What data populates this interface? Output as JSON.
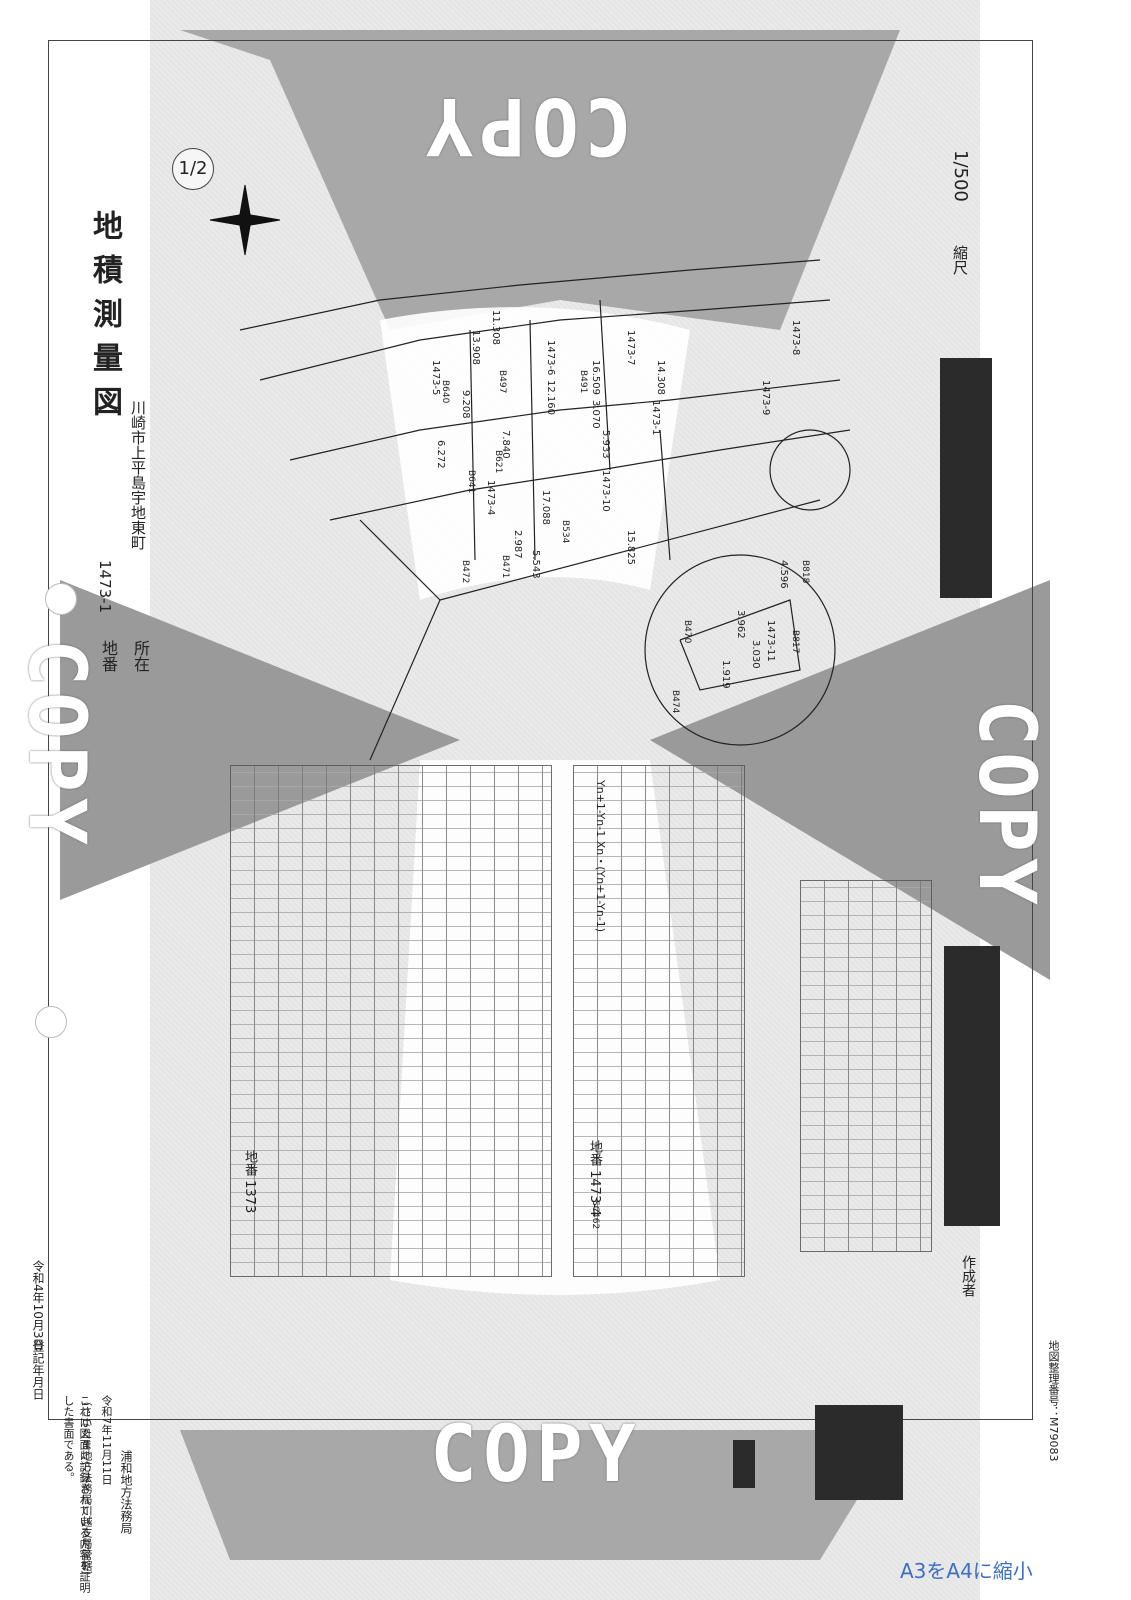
{
  "document": {
    "title": "地積測量図",
    "scale_label": "縮尺",
    "scale_value": "1/500",
    "page_fraction": "1/2",
    "location_label": "所在",
    "location_value": "川崎市上平島宇地東町",
    "lot_label": "地番",
    "lot_value": "1473-1",
    "copy_watermark": "COPY",
    "registration_label": "登記年月日",
    "registration_date": "令和4年10月3日",
    "certification_line1": "これは図面に記録されている内容を証明した書面である。",
    "certification_line2": "（さいたま地方法務局川越支局管轄）",
    "certification_date": "令和7年11月11日",
    "issuing_office": "浦和地方法務局",
    "map_id": "地図整理番号：M79083",
    "creator_label": "作成者",
    "table1_lot": "地番 1473-4",
    "table1_header": "Yn+1-Yn-1 Xn・(Yn+1-Yn-1)",
    "table2_lot": "地番 1373",
    "reduction_note": "A3をA4に縮小"
  },
  "lot_labels": [
    "1473-1",
    "1473-4",
    "1473-5",
    "1473-6",
    "1473-7",
    "1473-8",
    "1473-9",
    "1473-10",
    "1473-11"
  ],
  "edge_lengths": [
    "14.308",
    "12.160",
    "16.509",
    "13.908",
    "11.308",
    "9.208",
    "6.272",
    "5.933",
    "15.825",
    "7.840",
    "17.088",
    "3.070",
    "2.987",
    "5.543",
    "1.919",
    "3.030",
    "4.596",
    "3.962"
  ],
  "station_codes": [
    "B497",
    "B491",
    "B640",
    "B621",
    "B641",
    "B534",
    "B472",
    "B471",
    "B470",
    "B474",
    "B818",
    "B817",
    "SC462"
  ]
}
